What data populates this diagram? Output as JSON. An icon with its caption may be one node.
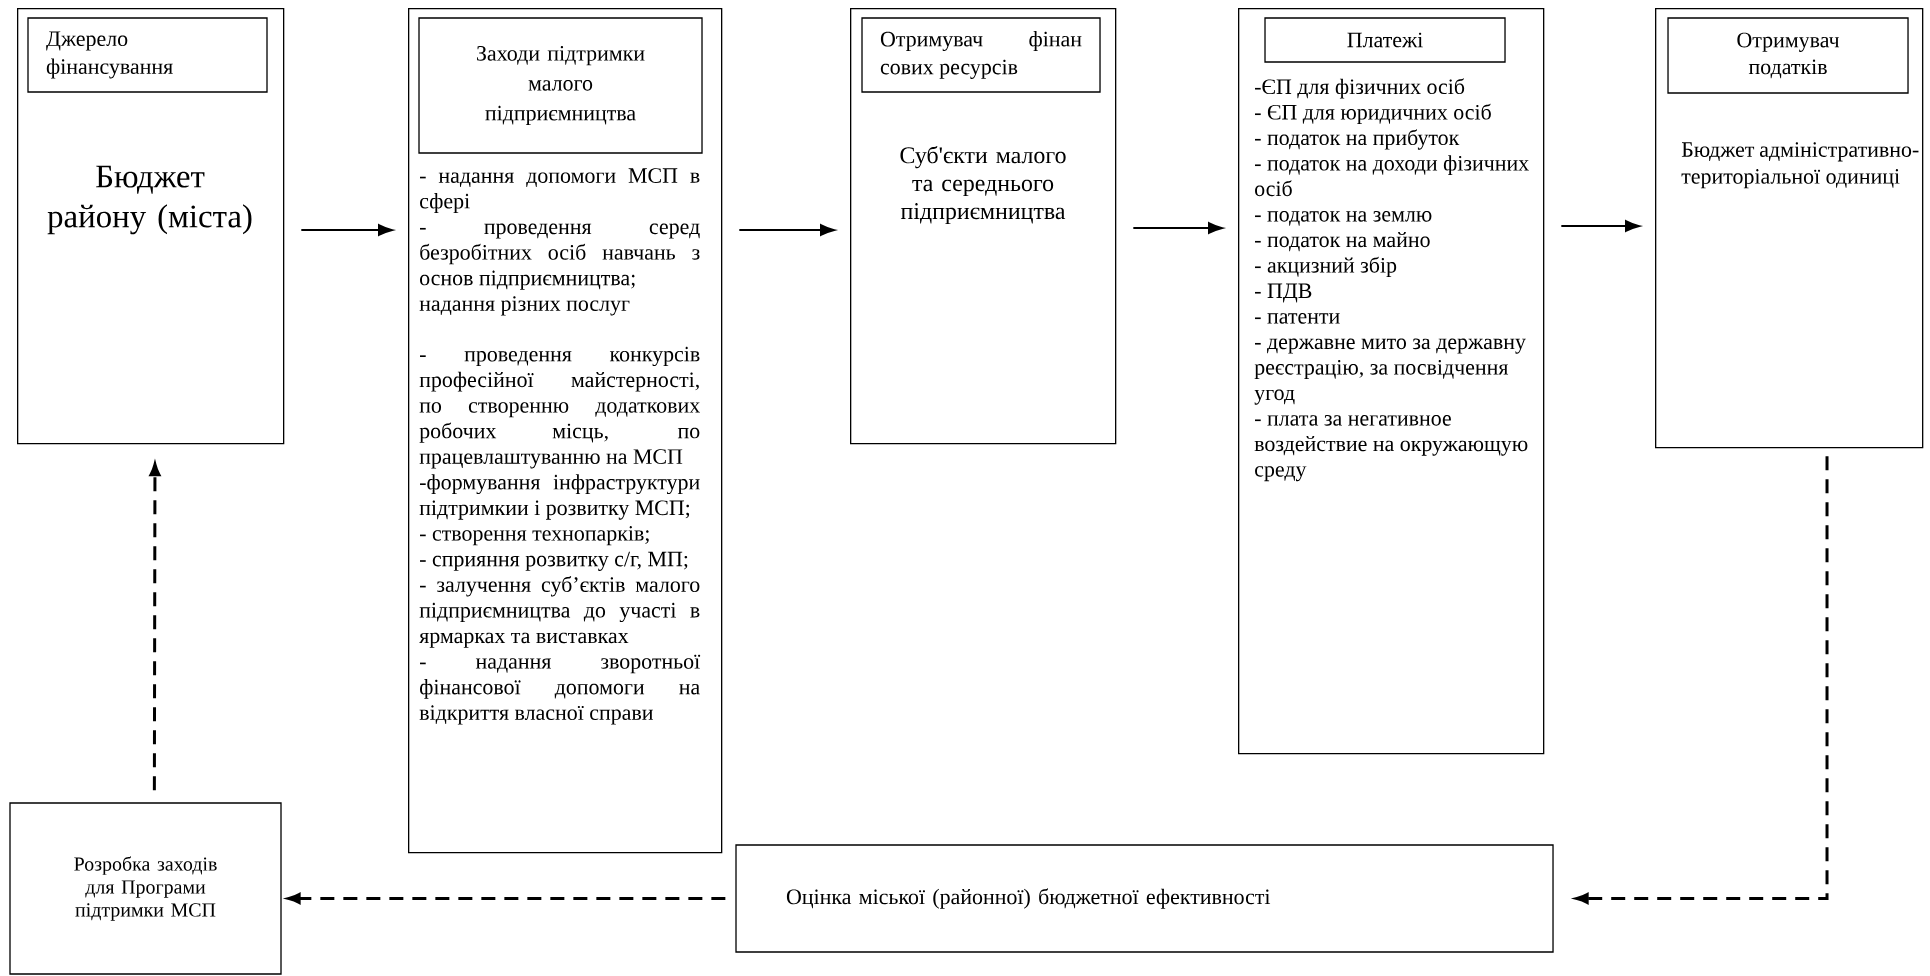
{
  "diagram": {
    "nodes": [
      {
        "text": [
          "Бюджет району (міста)"
        ]
      },
      {
        "text": [
          "Джерело фінансування"
        ],
        "in": 0
      },
      {
        "text": [
          "- надання допомоги МСП в сфері",
          "- проведення серед безробітних осіб навчань з основ підприємництва;",
          "надання різних послуг",
          "- проведення конкурсів професійної майстерності, по створенню додаткових робочих місць, по працевлаштуванню на МСП",
          "-формування інфраструктури підтримкии і розвитку МСП;",
          "- створення технопарків;",
          "- сприяння розвитку с/г, МП;",
          "- залучення суб’єктів малого підприємництва до участі в ярмарках та виставках",
          "- надання зворотньої фінансової допомоги на відкриття власної справи"
        ]
      },
      {
        "text": [
          "Заходи підтримки малого підприємництва"
        ],
        "in": 2
      },
      {
        "text": [
          "Суб'єкти малого та середнього підприємництва"
        ]
      },
      {
        "text": [
          "Отримувач фінан сових ресурсів"
        ],
        "in": 4
      },
      {
        "text": [
          "-ЄП для фізичних осіб",
          "- ЄП для юридичних осіб",
          "- податок на прибуток",
          "- податок на доходи фізичних осіб",
          "- податок на землю",
          "- податок на майно",
          "- акцизний збір",
          "- ПДВ",
          "- патенти",
          "- державне мито за державну реєстрацію, за посвідчення угод",
          "- плата за негативное воздействие на окружающую среду"
        ]
      },
      {
        "text": [
          "Платежі"
        ],
        "in": 6
      },
      {
        "text": [
          "Бюджет адміністративно-територіальної одиниці"
        ]
      },
      {
        "text": [
          "Отримувач податків"
        ],
        "in": 8
      },
      {
        "text": [
          "Розробка заходів для Програми підтримки МСП"
        ]
      },
      {
        "text": [
          "Оцінка міської (районної) бюджетної ефективності"
        ]
      }
    ],
    "edges": [
      {
        "from": 0,
        "to": 2,
        "arrow": "to"
      },
      {
        "from": 2,
        "to": 4,
        "arrow": "to"
      },
      {
        "from": 4,
        "to": 6,
        "arrow": "to"
      },
      {
        "from": 6,
        "to": 8,
        "arrow": "to"
      },
      {
        "from": 8,
        "to": 11,
        "arrow": "to",
        "style": "dashed"
      },
      {
        "from": 11,
        "to": 10,
        "arrow": "to",
        "style": "dashed"
      },
      {
        "from": 10,
        "to": 0,
        "arrow": "to",
        "style": "dashed"
      }
    ]
  }
}
